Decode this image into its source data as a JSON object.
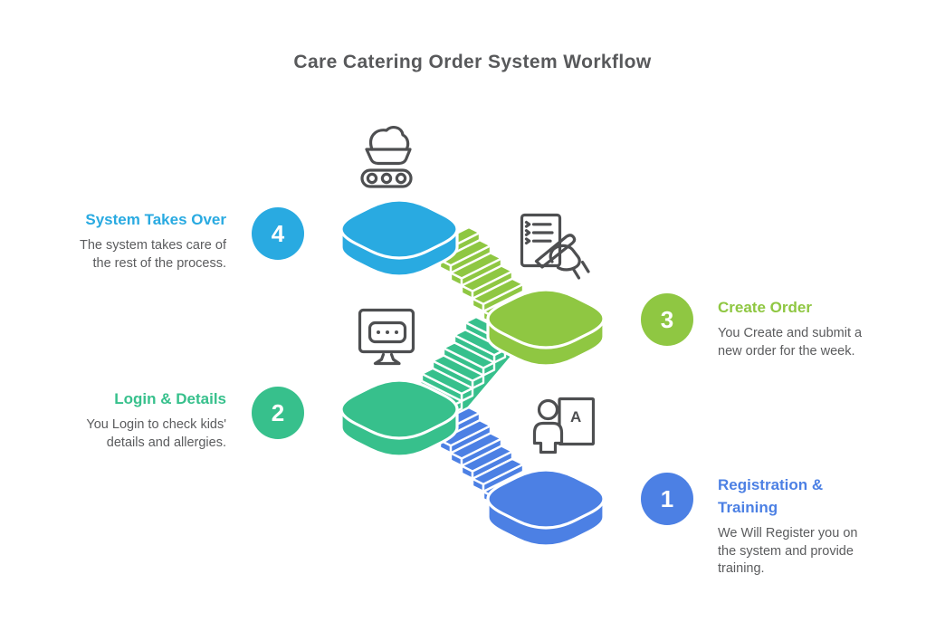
{
  "title": "Care Catering Order System Workflow",
  "colors": {
    "cyan": "#29AAE1",
    "green": "#37C08C",
    "lime": "#8FC742",
    "blue": "#4C80E4",
    "text_gray": "#58595B",
    "desc_gray": "#5B5C5E",
    "icon_gray": "#4E4F51",
    "outline": "#FFFFFF"
  },
  "steps": [
    {
      "number": "1",
      "title": "Registration &\nTraining",
      "description": "We Will Register you on\nthe system and provide\ntraining.",
      "color_key": "blue",
      "icon": "trainer-board-icon",
      "side": "right"
    },
    {
      "number": "2",
      "title": "Login & Details",
      "description": "You Login to check kids'\ndetails and allergies.",
      "color_key": "green",
      "icon": "monitor-login-icon",
      "side": "left"
    },
    {
      "number": "3",
      "title": "Create Order",
      "description": "You Create and submit a\nnew order for the week.",
      "color_key": "lime",
      "icon": "order-form-icon",
      "side": "right"
    },
    {
      "number": "4",
      "title": "System Takes Over",
      "description": "The system takes care of\nthe rest of the process.",
      "color_key": "cyan",
      "icon": "catering-conveyor-icon",
      "side": "left"
    }
  ]
}
